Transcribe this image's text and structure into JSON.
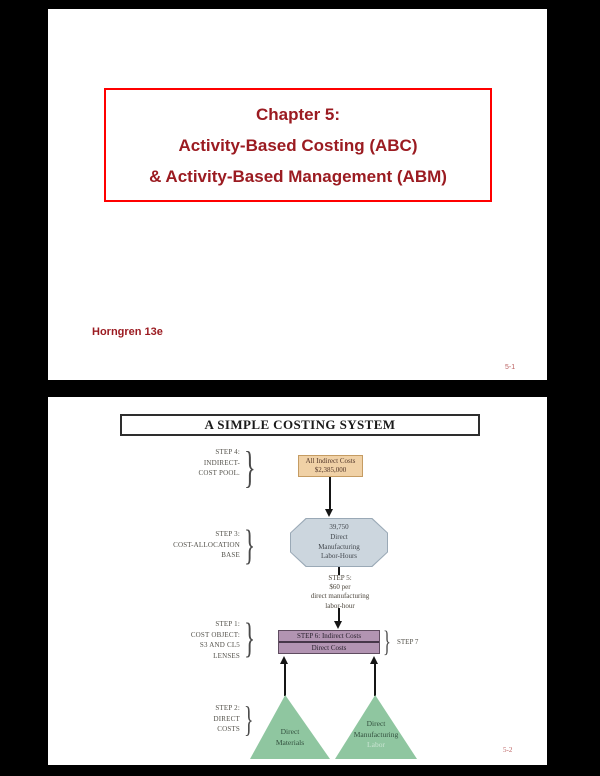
{
  "slide1": {
    "border_color": "#ff0000",
    "text_color": "#9b1b21",
    "title_lines": [
      "Chapter 5:",
      "Activity-Based Costing (ABC)",
      "& Activity-Based Management (ABM)"
    ],
    "footer": "Horngren 13e",
    "page_number": "5-1"
  },
  "slide2": {
    "title": "A SIMPLE COSTING SYSTEM",
    "page_number": "5-2",
    "diagram": {
      "brace_glyph": "}",
      "step4_label": {
        "lines": [
          "STEP 4:",
          "INDIRECT-",
          "COST POOL."
        ]
      },
      "step3_label": {
        "lines": [
          "STEP 3:",
          "COST-ALLOCATION",
          "BASE"
        ]
      },
      "step1_label": {
        "lines": [
          "STEP 1:",
          "COST OBJECT:",
          "S3 AND CL5",
          "LENSES"
        ]
      },
      "step2_label": {
        "lines": [
          "STEP 2:",
          "DIRECT",
          "COSTS"
        ]
      },
      "indirect_cost_pool": {
        "fill": "#f0d1a6",
        "lines": [
          "All Indirect Costs",
          "$2,385,000"
        ]
      },
      "cost_allocation_base": {
        "fill": "#ccd6de",
        "lines": [
          "39,750",
          "Direct",
          "Manufacturing",
          "Labor-Hours"
        ]
      },
      "step5_label": {
        "lines": [
          "STEP 5:",
          "$60 per",
          "direct manufacturing",
          "labor-hour"
        ]
      },
      "cost_object": {
        "fill": "#b294b2",
        "indirect_row": "STEP 6: Indirect Costs",
        "direct_row": "Direct Costs"
      },
      "step7_label": "STEP 7",
      "direct_materials_triangle": {
        "fill": "#8fc6a0",
        "lines": [
          "Direct",
          "Materials"
        ]
      },
      "direct_mfg_labor_triangle": {
        "fill": "#8fc6a0",
        "lines": [
          "Direct",
          "Manufacturing",
          "Labor"
        ]
      }
    }
  }
}
